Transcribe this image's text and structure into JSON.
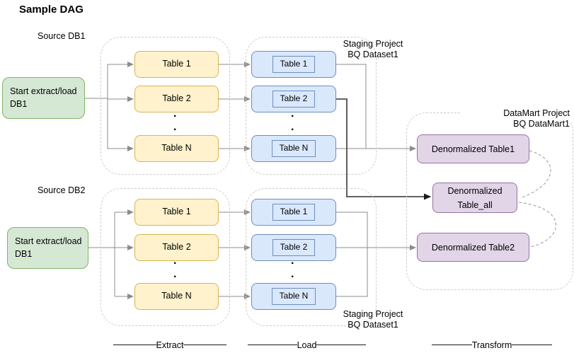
{
  "title": "Sample DAG",
  "dot": ".",
  "rows": [
    {
      "source_label": "Source DB1",
      "start_node": "Start extract/load\nDB1",
      "extract_tables": [
        "Table 1",
        "Table 2",
        "Table N"
      ],
      "load_tables": [
        "Table 1",
        "Table 2",
        "Table N"
      ],
      "staging_label": "Staging Project\nBQ Dataset1"
    },
    {
      "source_label": "Source DB2",
      "start_node": "Start extract/load\nDB1",
      "extract_tables": [
        "Table 1",
        "Table 2",
        "Table N"
      ],
      "load_tables": [
        "Table 1",
        "Table 2",
        "Table N"
      ],
      "staging_label": "Staging Project\nBQ Dataset1"
    }
  ],
  "datamart": {
    "label": "DataMart Project\nBQ DataMart1",
    "nodes": [
      "Denormalized Table1",
      "Denormalized\nTable_all",
      "Denormalized Table2"
    ]
  },
  "footer": {
    "stages": [
      "Extract",
      "Load",
      "Transform"
    ]
  },
  "colors": {
    "start_fill": "#d5e8d4",
    "start_border": "#82b366",
    "extract_fill": "#fff2cc",
    "extract_border": "#d6b656",
    "load_fill": "#dae8fc",
    "load_border": "#6c8ebf",
    "datamart_fill": "#e1d5e7",
    "datamart_border": "#9673a6",
    "arrow": "#8c8c8c",
    "arrow_dark": "#4d4d4d",
    "group_border": "#cccccc",
    "dashed_curve": "#999999"
  }
}
